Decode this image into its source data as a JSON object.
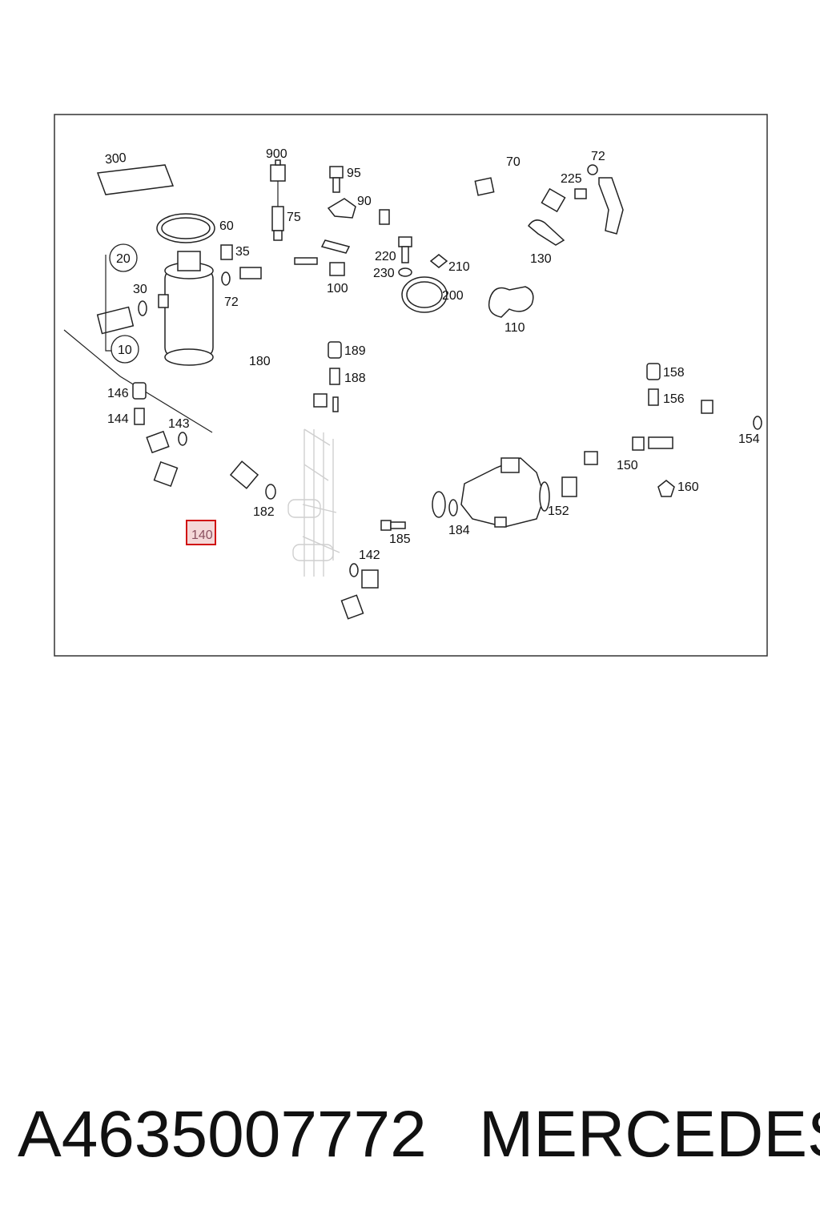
{
  "diagram": {
    "callouts": [
      "300",
      "900",
      "95",
      "90",
      "75",
      "70",
      "72",
      "225",
      "60",
      "35",
      "20",
      "30",
      "72",
      "100",
      "220",
      "230",
      "210",
      "200",
      "130",
      "110",
      "10",
      "180",
      "189",
      "188",
      "158",
      "156",
      "146",
      "144",
      "143",
      "154",
      "150",
      "160",
      "182",
      "152",
      "184",
      "185",
      "140",
      "142"
    ],
    "highlighted_callout": "140",
    "colors": {
      "highlight_border": "#d01010",
      "highlight_fill": "#f4d8d8",
      "line": "#222222"
    }
  },
  "caption": {
    "part_number": "A4635007772",
    "brand": "MERCEDES"
  }
}
